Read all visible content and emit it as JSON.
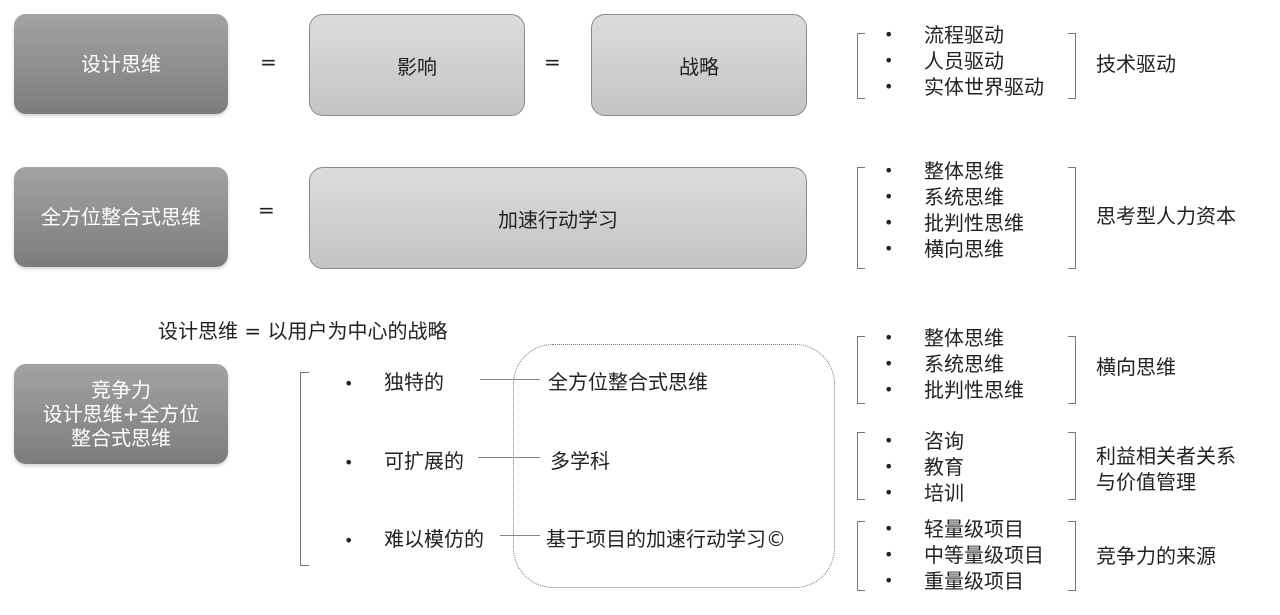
{
  "row1": {
    "box1": "设计思维",
    "eq1": "=",
    "box2": "影响",
    "eq2": "=",
    "box3": "战略",
    "list": [
      "流程驱动",
      "人员驱动",
      "实体世界驱动"
    ],
    "label": "技术驱动"
  },
  "row2": {
    "box1": "全方位整合式思维",
    "eq1": "=",
    "box2": "加速行动学习",
    "list": [
      "整体思维",
      "系统思维",
      "批判性思维",
      "横向思维"
    ],
    "label": "思考型人力资本"
  },
  "row3": {
    "formula": "设计思维 = 以用户为中心的战略",
    "box_lines": [
      "竞争力",
      "设计思维+全方位",
      "整合式思维"
    ],
    "left_items": [
      "独特的",
      "可扩展的",
      "难以模仿的"
    ],
    "mid_items": [
      "全方位整合式思维",
      "多学科",
      "基于项目的加速行动学习©"
    ]
  },
  "right_groups": [
    {
      "list": [
        "整体思维",
        "系统思维",
        "批判性思维"
      ],
      "label": "横向思维"
    },
    {
      "list": [
        "咨询",
        "教育",
        "培训"
      ],
      "label_lines": [
        "利益相关者关系",
        "与价值管理"
      ]
    },
    {
      "list": [
        "轻量级项目",
        "中等量级项目",
        "重量级项目"
      ],
      "label": "竞争力的来源"
    }
  ]
}
